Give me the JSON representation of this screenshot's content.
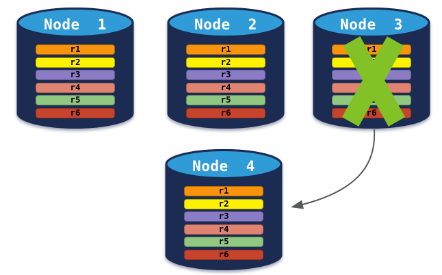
{
  "palette": {
    "background": "#FFFFFF",
    "cylinder_body": "#1B2B51",
    "cylinder_top": "#2F9BD7",
    "node_title_text": "#FFFFFF",
    "row_text": "#000000",
    "x_mark": "#82C226",
    "arrow": "#58595B"
  },
  "nodes": [
    {
      "label": "Node 1",
      "failed": false,
      "rows": [
        {
          "label": "r1",
          "color": "#F7940B"
        },
        {
          "label": "r2",
          "color": "#FFF200"
        },
        {
          "label": "r3",
          "color": "#8C7CC6"
        },
        {
          "label": "r4",
          "color": "#E08471"
        },
        {
          "label": "r5",
          "color": "#90C781"
        },
        {
          "label": "r6",
          "color": "#C8432B"
        }
      ]
    },
    {
      "label": "Node 2",
      "failed": false,
      "rows": [
        {
          "label": "r1",
          "color": "#F7940B"
        },
        {
          "label": "r2",
          "color": "#FFF200"
        },
        {
          "label": "r3",
          "color": "#8C7CC6"
        },
        {
          "label": "r4",
          "color": "#E08471"
        },
        {
          "label": "r5",
          "color": "#90C781"
        },
        {
          "label": "r6",
          "color": "#C8432B"
        }
      ]
    },
    {
      "label": "Node 3",
      "failed": true,
      "rows": [
        {
          "label": "r1",
          "color": "#F7940B"
        },
        {
          "label": "r2",
          "color": "#FFF200"
        },
        {
          "label": "r3",
          "color": "#8C7CC6"
        },
        {
          "label": "r4",
          "color": "#E08471"
        },
        {
          "label": "r5",
          "color": "#90C781"
        },
        {
          "label": "r6",
          "color": "#C8432B"
        }
      ]
    },
    {
      "label": "Node 4",
      "failed": false,
      "rows": [
        {
          "label": "r1",
          "color": "#F7940B"
        },
        {
          "label": "r2",
          "color": "#FFF200"
        },
        {
          "label": "r3",
          "color": "#8C7CC6"
        },
        {
          "label": "r4",
          "color": "#E08471"
        },
        {
          "label": "r5",
          "color": "#90C781"
        },
        {
          "label": "r6",
          "color": "#C8432B"
        }
      ]
    }
  ],
  "annotations": {
    "failed_node": "Node 3",
    "failover_arrow": {
      "from": "Node 3",
      "to": "Node 4"
    }
  }
}
